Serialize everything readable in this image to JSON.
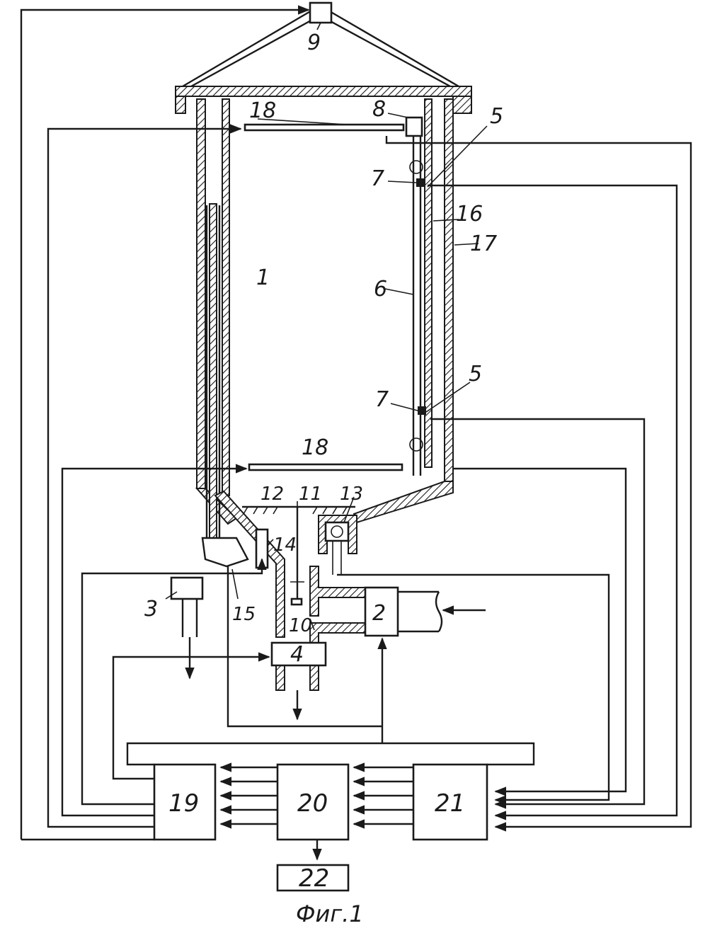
{
  "labels": {
    "n1": "1",
    "n2": "2",
    "n3": "3",
    "n4": "4",
    "n5a": "5",
    "n5b": "5",
    "n6": "6",
    "n7a": "7",
    "n7b": "7",
    "n8": "8",
    "n9": "9",
    "n10": "10",
    "n11": "11",
    "n12": "12",
    "n13": "13",
    "n14": "14",
    "n15": "15",
    "n16": "16",
    "n17": "17",
    "n18a": "18",
    "n18b": "18",
    "n19": "19",
    "n20": "20",
    "n21": "21",
    "n22": "22"
  },
  "caption": "Фиг.1"
}
